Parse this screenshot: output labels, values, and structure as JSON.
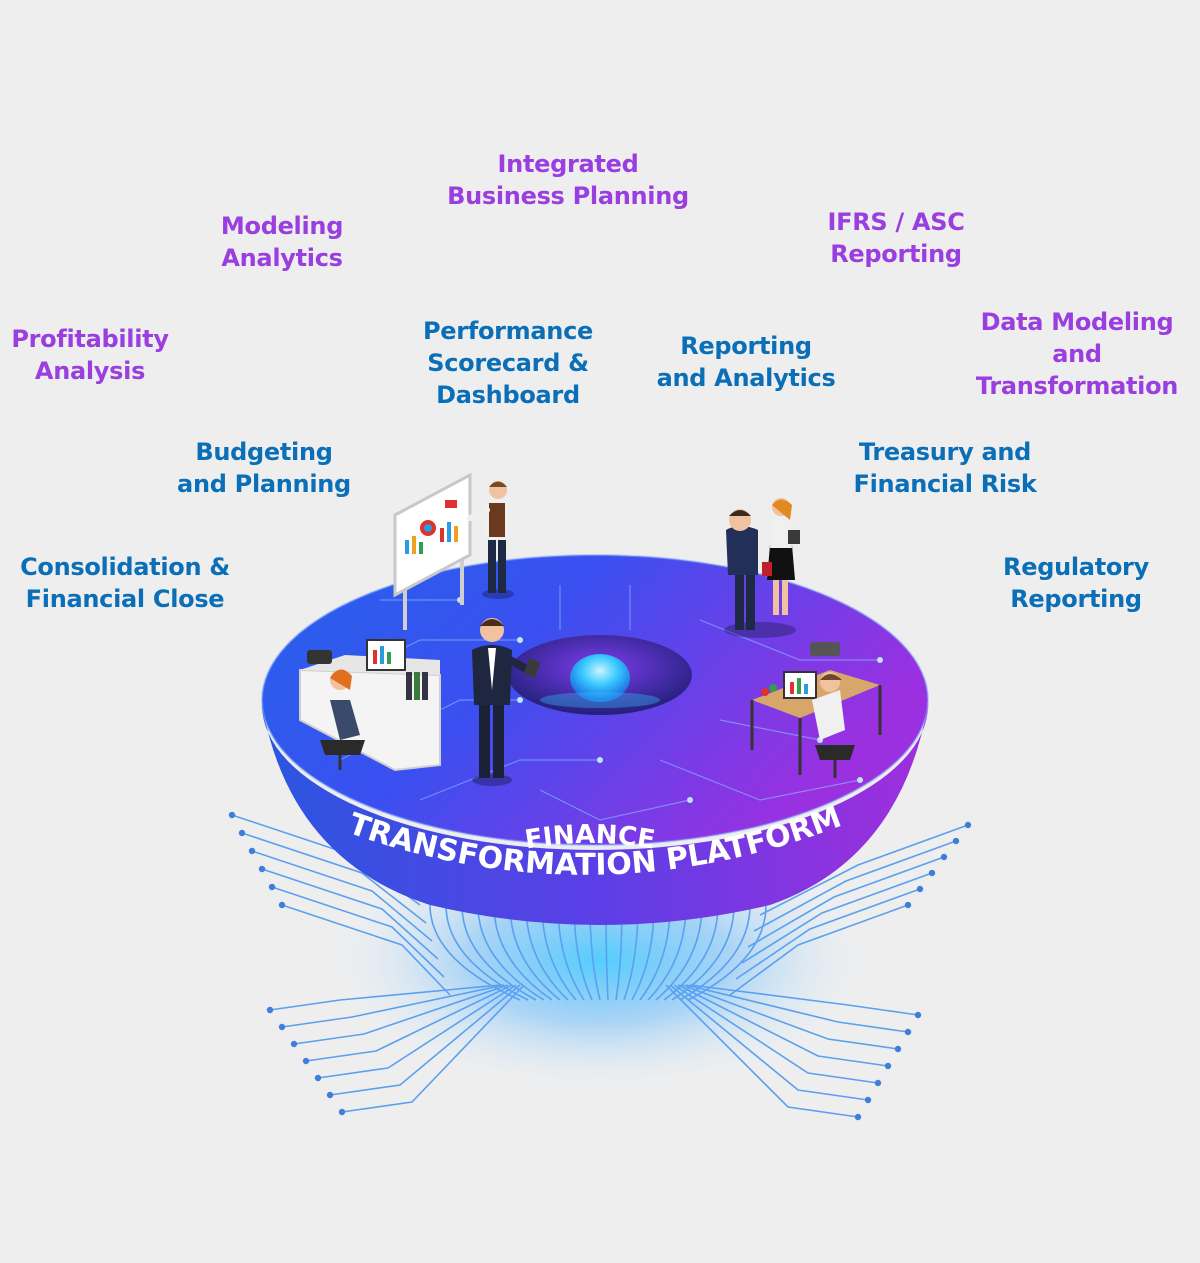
{
  "colors": {
    "background": "#eeeeee",
    "purple_label": "#9a3ee0",
    "blue_label": "#0b6fb8",
    "platform_blue": "#2f6df0",
    "platform_purple": "#8a2be2",
    "glow": "#38c8ff"
  },
  "platform": {
    "line1": "FINANCE",
    "line2": "TRANSFORMATION PLATFORM"
  },
  "outer_labels": {
    "integrated_business_planning": {
      "line1": "Integrated",
      "line2": "Business Planning"
    },
    "modeling_analytics": {
      "line1": "Modeling",
      "line2": "Analytics"
    },
    "ifrs_asc_reporting": {
      "line1": "IFRS / ASC",
      "line2": "Reporting"
    },
    "profitability_analysis": {
      "line1": "Profitability",
      "line2": "Analysis"
    },
    "data_modeling_transformation": {
      "line1": "Data Modeling",
      "line2": "and",
      "line3": "Transformation"
    }
  },
  "inner_labels": {
    "performance_scorecard": {
      "line1": "Performance",
      "line2": "Scorecard &",
      "line3": "Dashboard"
    },
    "reporting_analytics": {
      "line1": "Reporting",
      "line2": "and Analytics"
    },
    "budgeting_planning": {
      "line1": "Budgeting",
      "line2": "and Planning"
    },
    "treasury_financial_risk": {
      "line1": "Treasury and",
      "line2": "Financial Risk"
    },
    "consolidation_financial_close": {
      "line1": "Consolidation &",
      "line2": "Financial Close"
    },
    "regulatory_reporting": {
      "line1": "Regulatory",
      "line2": "Reporting"
    }
  },
  "icons": [
    "whiteboard-icon",
    "office-worker-icon",
    "businessman-icon",
    "desk-workstation-icon",
    "meeting-couple-icon",
    "circuit-lines-icon"
  ]
}
